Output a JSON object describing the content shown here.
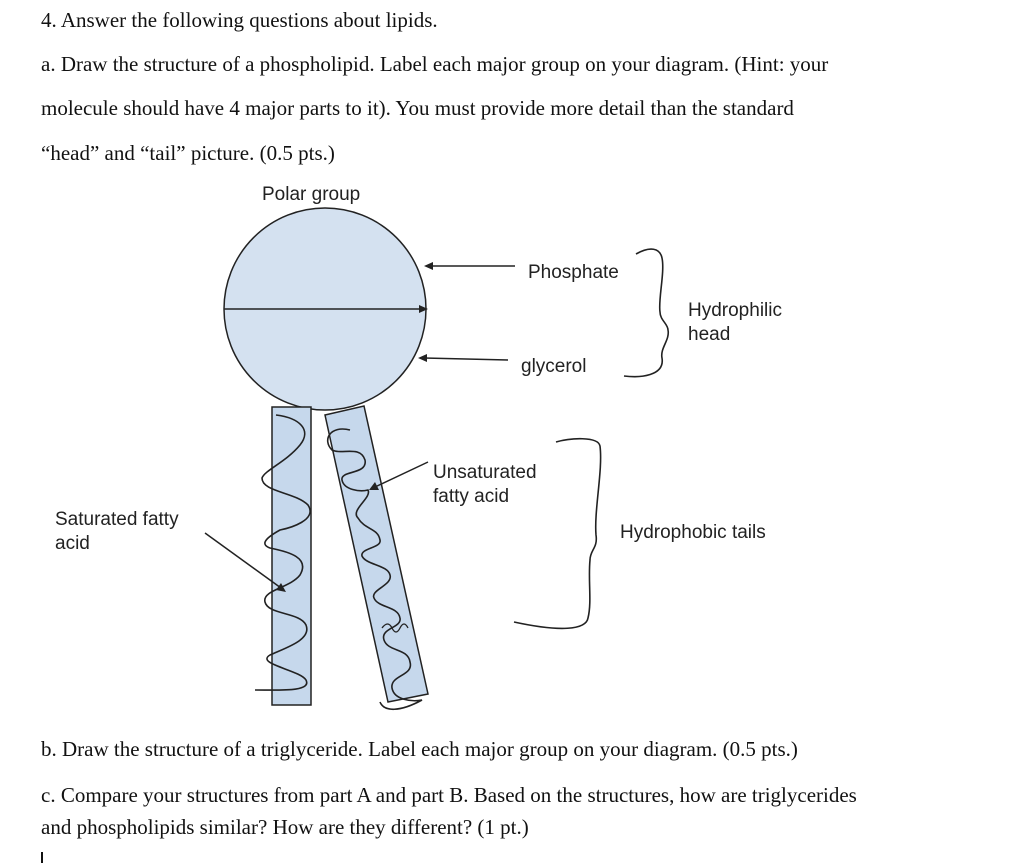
{
  "question": {
    "heading": "4. Answer the following questions about lipids.",
    "part_a_lines": [
      "a. Draw the structure of a phospholipid. Label each major group on your diagram. (Hint: your",
      "molecule should have 4 major parts to it). You must provide more detail than the standard",
      "“head” and “tail” picture. (0.5 pts.)"
    ],
    "part_b": "b. Draw the structure of a triglyceride. Label each major group on your diagram. (0.5 pts.)",
    "part_c_lines": [
      "c. Compare your structures from part A and part B. Based on the structures, how are triglycerides",
      "and phospholipids similar? How are they different? (1 pt.)"
    ]
  },
  "diagram": {
    "polar_group": "Polar group",
    "phosphate": "Phosphate",
    "glycerol": "glycerol",
    "hydrophilic_head": [
      "Hydrophilic",
      "head"
    ],
    "unsaturated_fatty_acid": [
      "Unsaturated",
      "fatty acid"
    ],
    "saturated_fatty_acid": [
      "Saturated fatty",
      "acid"
    ],
    "hydrophobic_tails": "Hydrophobic tails",
    "colors": {
      "head_fill": "#d4e1f0",
      "tail_fill": "#c6d8ec",
      "stroke": "#222222"
    }
  }
}
